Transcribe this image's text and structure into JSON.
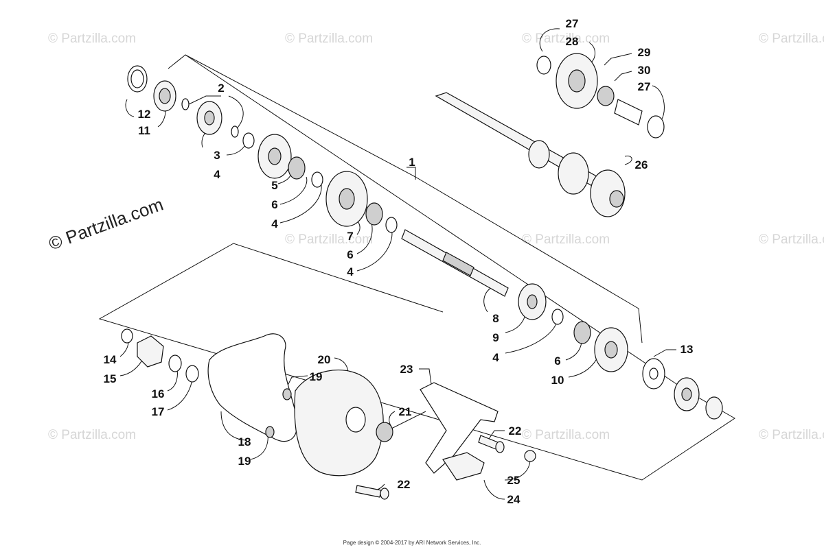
{
  "watermark": "© Partzilla.com",
  "watermark_main": "© Partzilla.com",
  "footer": "Page design © 2004-2017 by ARI Network Services, Inc.",
  "callouts": {
    "c1": "1",
    "c2": "2",
    "c3": "3",
    "c4a": "4",
    "c4b": "4",
    "c4c": "4",
    "c4d": "4",
    "c5": "5",
    "c6a": "6",
    "c6b": "6",
    "c6c": "6",
    "c7": "7",
    "c8": "8",
    "c9": "9",
    "c10": "10",
    "c11": "11",
    "c12": "12",
    "c13": "13",
    "c14": "14",
    "c15": "15",
    "c16": "16",
    "c17": "17",
    "c18": "18",
    "c19a": "19",
    "c19b": "19",
    "c20": "20",
    "c21": "21",
    "c22a": "22",
    "c22b": "22",
    "c23": "23",
    "c24": "24",
    "c25": "25",
    "c26": "26",
    "c27a": "27",
    "c27b": "27",
    "c28": "28",
    "c29": "29",
    "c30": "30"
  }
}
